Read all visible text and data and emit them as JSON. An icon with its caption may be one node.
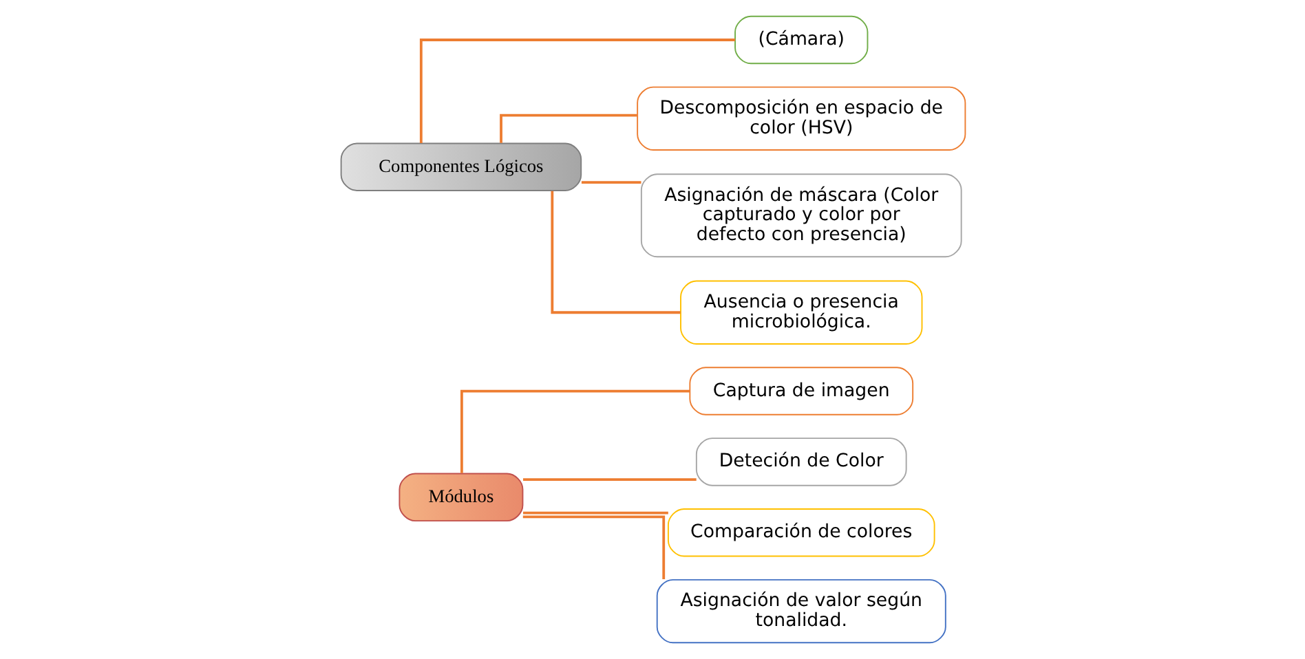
{
  "diagram": {
    "nodes": [
      {
        "text": [
          "Módulos"
        ]
      },
      {
        "text": [
          "Captura de imagen"
        ]
      },
      {
        "text": [
          "Deteción de Color"
        ]
      },
      {
        "text": [
          "Comparación de colores"
        ]
      },
      {
        "text": [
          "Asignación de valor según tonalidad."
        ]
      },
      {
        "text": [
          "Componentes Lógicos"
        ]
      },
      {
        "text": [
          "(Cámara)"
        ]
      },
      {
        "text": [
          "Descomposición en espacio de color (HSV)"
        ]
      },
      {
        "text": [
          "Asignación de máscara (Color capturado y color por defecto con presencia)"
        ]
      },
      {
        "text": [
          "Ausencia o presencia microbiológica."
        ]
      }
    ],
    "edges": [
      {
        "from": 0,
        "to": 1,
        "arrow": "none"
      },
      {
        "from": 0,
        "to": 2,
        "arrow": "none"
      },
      {
        "from": 0,
        "to": 3,
        "arrow": "none"
      },
      {
        "from": 0,
        "to": 4,
        "arrow": "none"
      },
      {
        "from": 5,
        "to": 6,
        "arrow": "none"
      },
      {
        "from": 5,
        "to": 7,
        "arrow": "none"
      },
      {
        "from": 5,
        "to": 8,
        "arrow": "none"
      },
      {
        "from": 5,
        "to": 9,
        "arrow": "none"
      }
    ]
  }
}
